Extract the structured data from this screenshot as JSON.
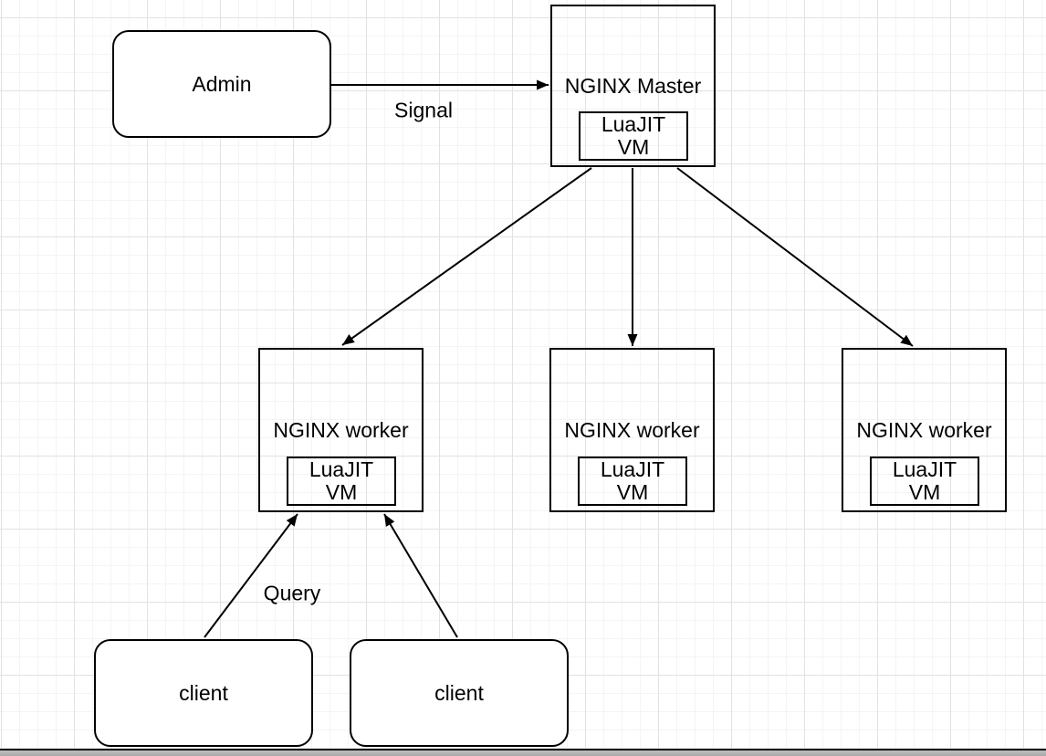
{
  "diagram": {
    "background": "#ffffff",
    "grid_minor_color": "#f4f4f4",
    "grid_major_color": "#e2e2e2",
    "stroke_color": "#000000",
    "nodes": {
      "admin": {
        "label": "Admin"
      },
      "master": {
        "label": "NGINX Master",
        "vm_label": "LuaJIT\nVM"
      },
      "workers": [
        {
          "label": "NGINX worker",
          "vm_label": "LuaJIT\nVM"
        },
        {
          "label": "NGINX worker",
          "vm_label": "LuaJIT\nVM"
        },
        {
          "label": "NGINX worker",
          "vm_label": "LuaJIT\nVM"
        }
      ],
      "clients": [
        {
          "label": "client"
        },
        {
          "label": "client"
        }
      ]
    },
    "edges": {
      "signal": {
        "label": "Signal"
      },
      "query": {
        "label": "Query"
      }
    }
  }
}
